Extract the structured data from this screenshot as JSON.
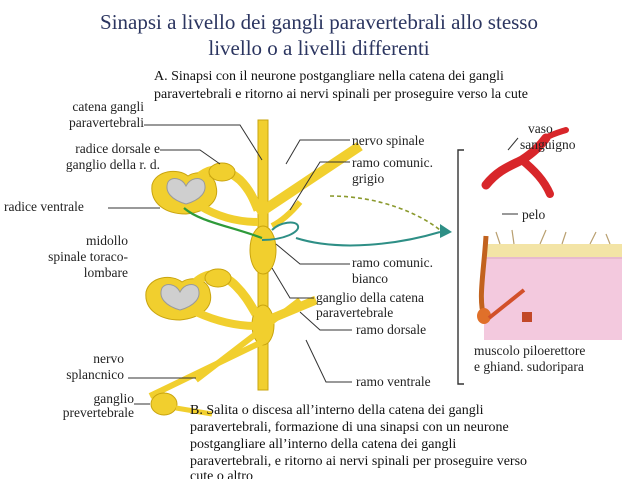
{
  "title": {
    "line1": "Sinapsi a livello dei gangli paravertebrali allo stesso",
    "line2": "livello o a livelli differenti"
  },
  "section_a": {
    "line1": "A. Sinapsi con il neurone postgangliare nella catena dei gangli",
    "line2": "paravertebrali e ritorno ai nervi spinali per proseguire verso la cute"
  },
  "section_b": {
    "line1": "B. Salita o discesa all’interno della catena dei gangli",
    "line2": "paravertebrali, formazione di una sinapsi con un neurone",
    "line3": "postgangliare all’interno della catena dei gangli",
    "line4": "paravertebrali, e ritorno ai nervi spinali per proseguire verso",
    "line5": "cute o altro"
  },
  "labels_left": {
    "catena_l1": "catena gangli",
    "catena_l2": "paravertebrali",
    "radice_dorsale_l1": "radice dorsale e",
    "radice_dorsale_l2": "ganglio della r. d.",
    "radice_ventrale": "radice ventrale",
    "midollo_l1": "midollo",
    "midollo_l2": "spinale toraco-",
    "midollo_l3": "lombare",
    "nervo_splancnico_l1": "nervo",
    "nervo_splancnico_l2": "splancnico",
    "ganglio_prevertebrale_l1": "ganglio",
    "ganglio_prevertebrale_l2": "prevertebrale"
  },
  "labels_center": {
    "nervo_spinale": "nervo spinale",
    "ramo_grigio_l1": "ramo comunic.",
    "ramo_grigio_l2": "grigio",
    "ramo_bianco_l1": "ramo comunic.",
    "ramo_bianco_l2": "bianco",
    "ganglio_catena_l1": "ganglio della catena",
    "ganglio_catena_l2": "paravertebrale",
    "ramo_dorsale": "ramo dorsale",
    "ramo_ventrale": "ramo ventrale"
  },
  "labels_right": {
    "vaso_l1": "vaso",
    "vaso_l2": "sanguigno",
    "pelo": "pelo",
    "muscolo_l1": "muscolo piloerettore",
    "muscolo_l2": "e ghiand. sudoripara"
  },
  "colors": {
    "nerve_yellow": "#f1cf2e",
    "nerve_outline": "#c9a40e",
    "preganglionic_green": "#2e9a3a",
    "postganglionic_teal": "#2e8f86",
    "title_blue": "#2b3560",
    "vessel_red": "#d8262a",
    "skin_pink": "#f3c9de",
    "skin_top": "#f3e4a6"
  }
}
